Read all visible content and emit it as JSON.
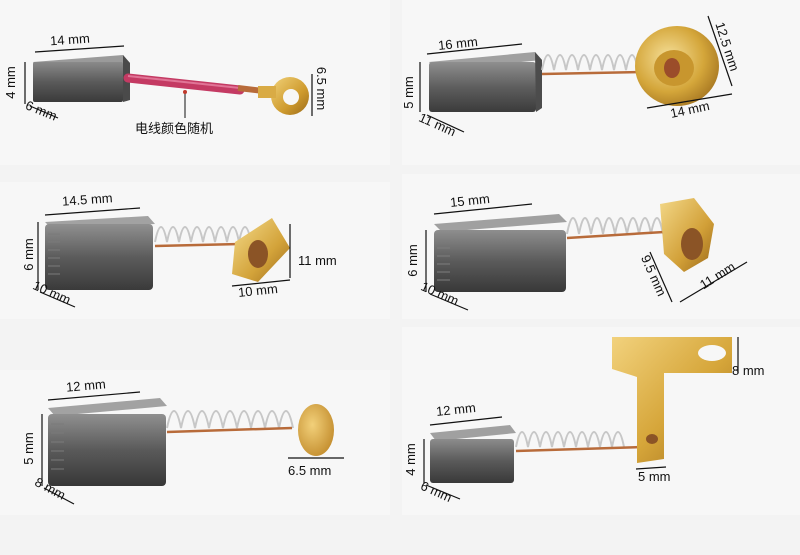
{
  "colors": {
    "carbon_dark": "#3f3f3f",
    "carbon_light": "#8a8a8a",
    "brass": "#d4a63a",
    "copper_wire": "#b86b3a",
    "spring": "#c7c7c7",
    "lead_wire": "#c43a63",
    "background": "#f4f4f4"
  },
  "products": [
    {
      "id": "p1",
      "length": "14 mm",
      "height": "4 mm",
      "width": "6 mm",
      "terminal": "6.5 mm",
      "note": "电线颜色随机"
    },
    {
      "id": "p2",
      "length": "16 mm",
      "height": "5 mm",
      "width": "11 mm",
      "terminal_a": "12.5 mm",
      "terminal_b": "14 mm"
    },
    {
      "id": "p3",
      "length": "14.5 mm",
      "height": "6 mm",
      "width": "10 mm",
      "terminal_a": "11 mm",
      "terminal_b": "10 mm"
    },
    {
      "id": "p4",
      "length": "15 mm",
      "height": "6 mm",
      "width": "10 mm",
      "terminal_a": "9.5 mm",
      "terminal_b": "11 mm"
    },
    {
      "id": "p5",
      "length": "12 mm",
      "height": "5 mm",
      "width": "8 mm",
      "terminal": "6.5 mm"
    },
    {
      "id": "p6",
      "length": "12 mm",
      "height": "4 mm",
      "width": "6 mm",
      "terminal_a": "8 mm",
      "terminal_b": "5 mm"
    }
  ]
}
